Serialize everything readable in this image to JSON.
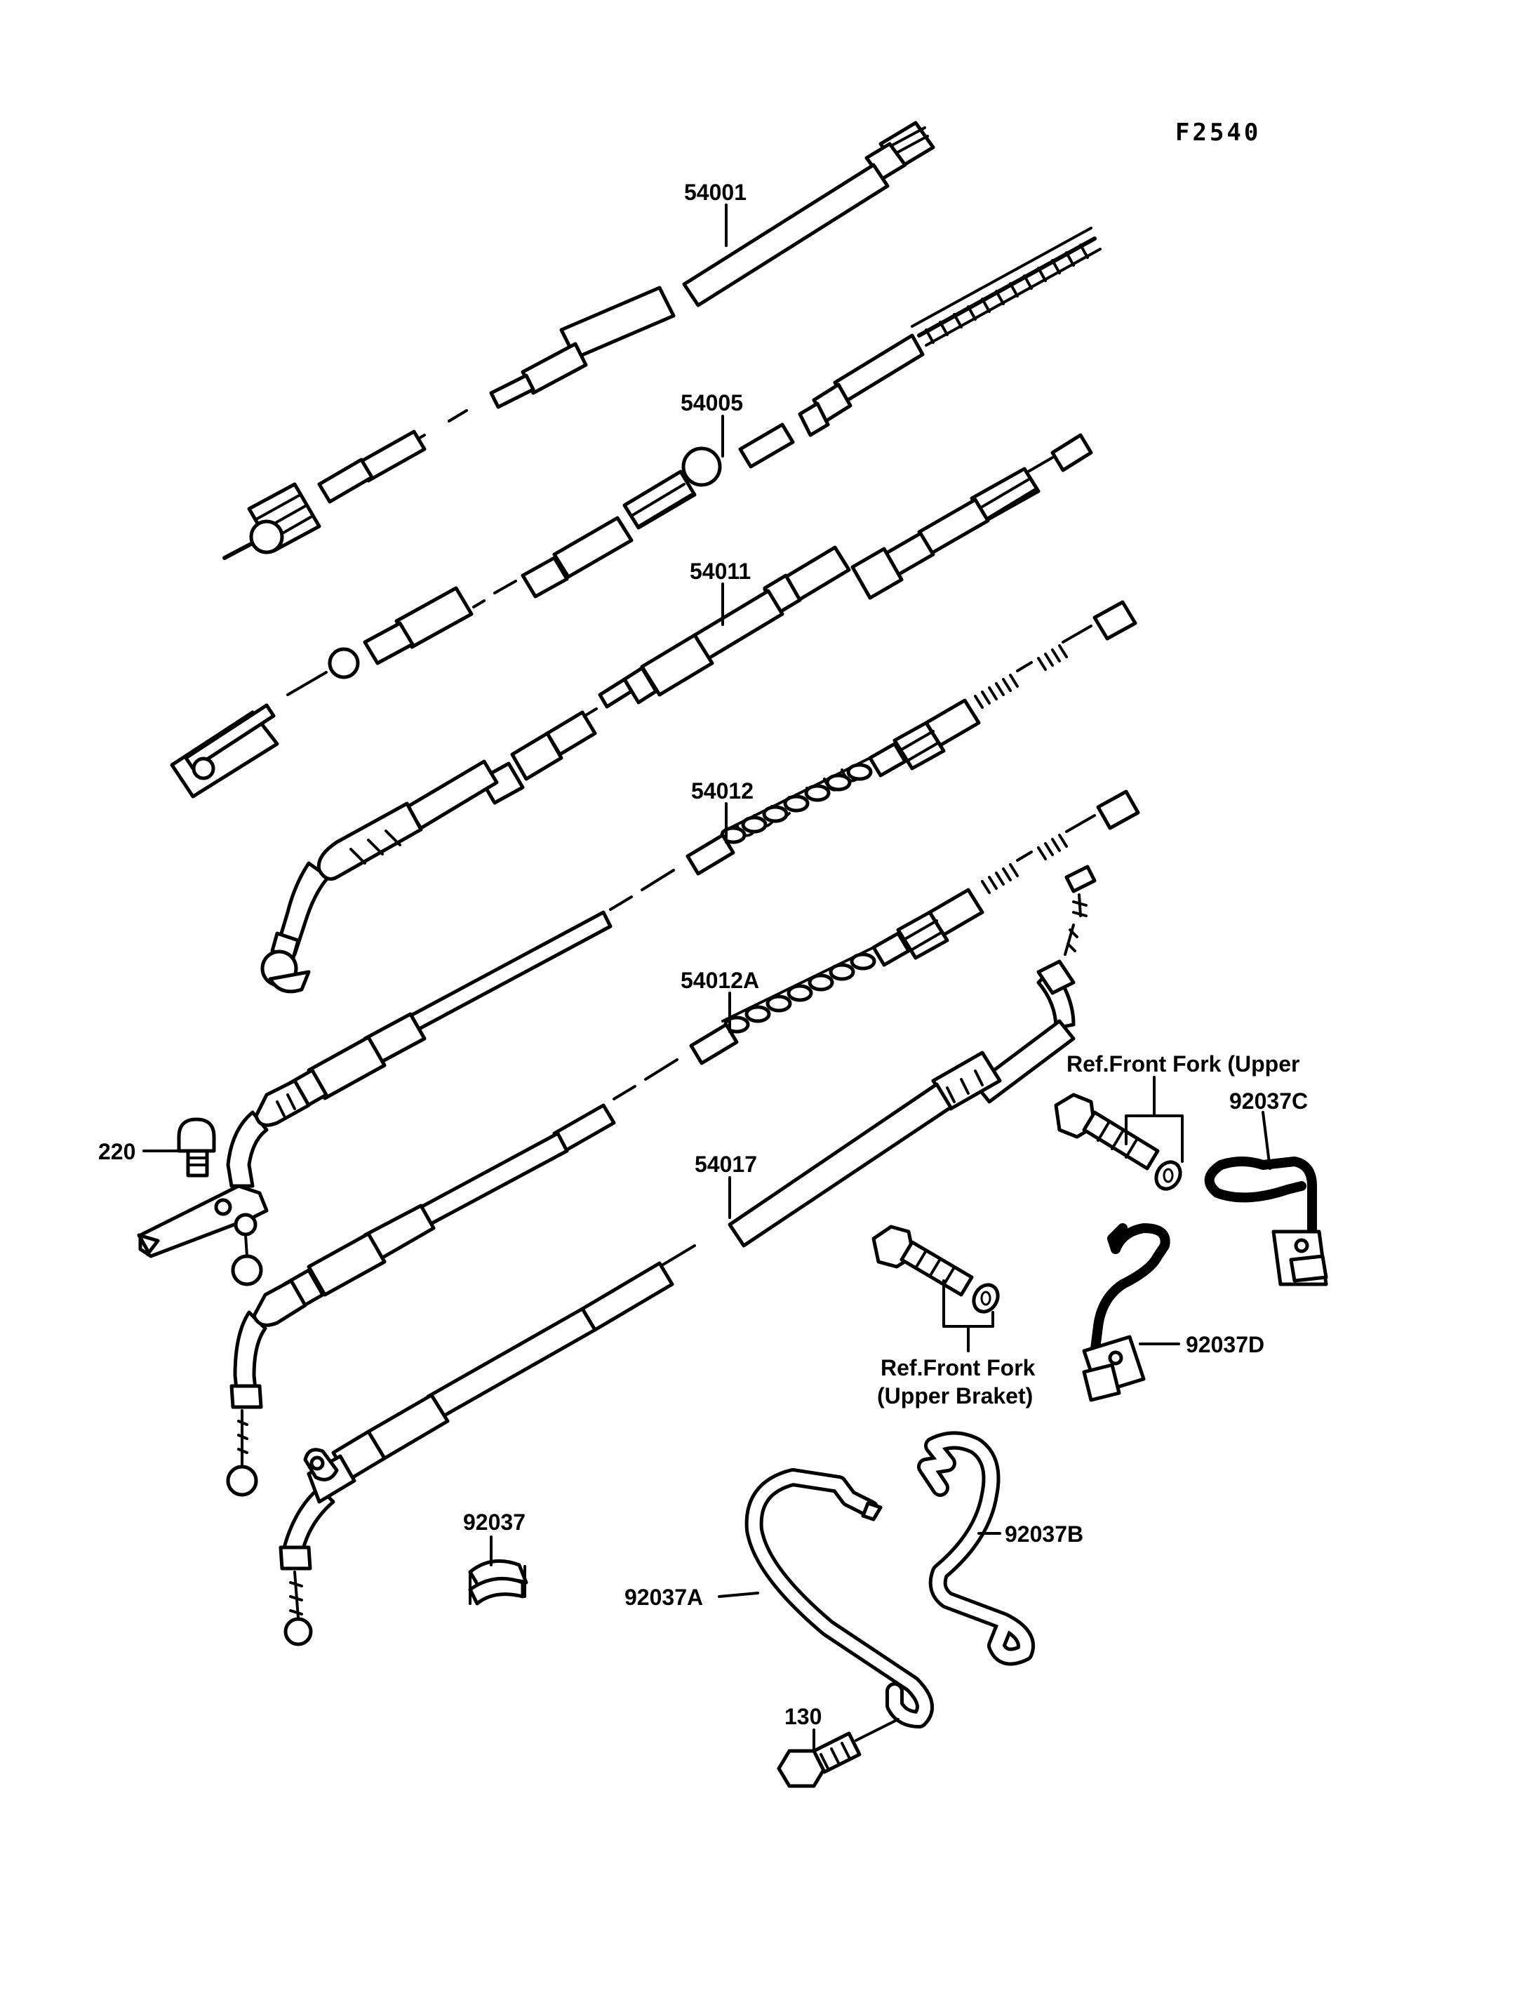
{
  "figure_code": "F2540",
  "parts": [
    {
      "id": "p-54001",
      "number": "54001"
    },
    {
      "id": "p-54005",
      "number": "54005"
    },
    {
      "id": "p-54011",
      "number": "54011"
    },
    {
      "id": "p-54012",
      "number": "54012"
    },
    {
      "id": "p-54012A",
      "number": "54012A"
    },
    {
      "id": "p-54017",
      "number": "54017"
    },
    {
      "id": "p-220",
      "number": "220"
    },
    {
      "id": "p-92037",
      "number": "92037"
    },
    {
      "id": "p-92037A",
      "number": "92037A"
    },
    {
      "id": "p-92037B",
      "number": "92037B"
    },
    {
      "id": "p-92037C",
      "number": "92037C"
    },
    {
      "id": "p-92037D",
      "number": "92037D"
    },
    {
      "id": "p-130",
      "number": "130"
    }
  ],
  "references": {
    "upper": "Ref.Front Fork (Upper",
    "lower_line1": "Ref.Front Fork",
    "lower_line2": "(Upper Braket)"
  }
}
